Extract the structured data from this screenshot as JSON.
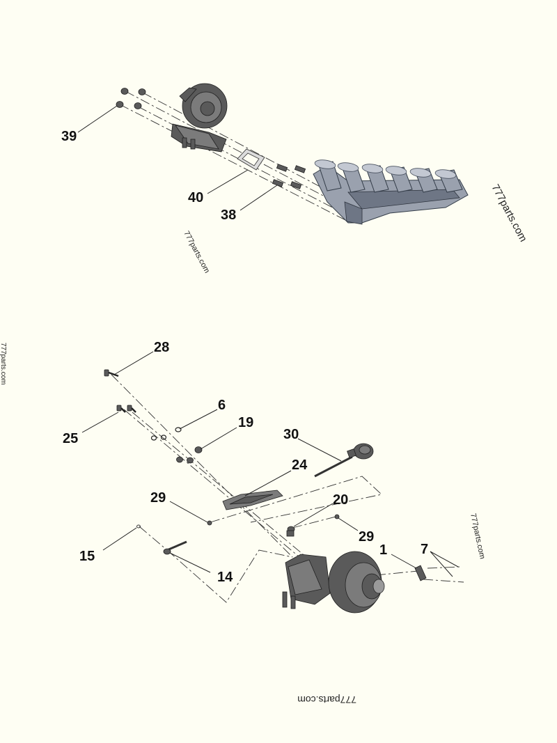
{
  "callouts": {
    "c39": "39",
    "c40": "40",
    "c38": "38",
    "c28": "28",
    "c6": "6",
    "c19": "19",
    "c25": "25",
    "c30": "30",
    "c24": "24",
    "c29a": "29",
    "c20": "20",
    "c29b": "29",
    "c15": "15",
    "c1": "1",
    "c7": "7",
    "c14": "14"
  },
  "watermarks": {
    "right_upper": "777parts.com",
    "center_upper": "777parts.com",
    "left_edge": "777parts.com",
    "right_lower": "777parts.com",
    "bottom": "777parts.com"
  },
  "colors": {
    "background": "#fefef3",
    "manifold": "#9aa1ae",
    "parts": "#5a5a5a"
  }
}
